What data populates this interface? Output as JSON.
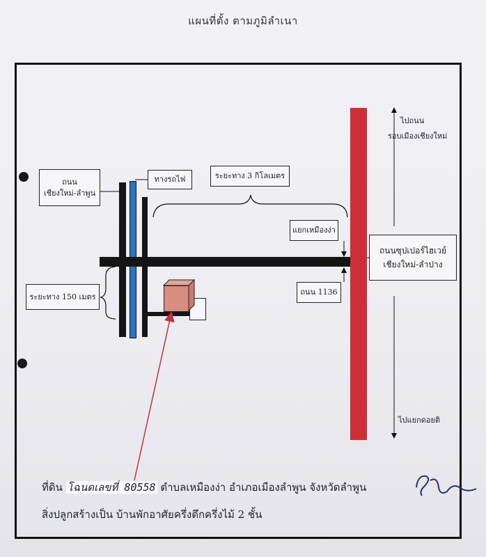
{
  "title": "แผนที่ตั้ง ตามภูมิลำเนา",
  "labels": {
    "road_chiangmai_lamphun_1": "ถนน",
    "road_chiangmai_lamphun_2": "เชียงใหม่-ลำพูน",
    "railway": "ทางรถไฟ",
    "distance_3km": "ระยะทาง 3 กิโลเมตร",
    "distance_150m": "ระยะทาง 150 เมตร",
    "muang_nga_junction": "แยกเหมืองง่า",
    "road_1136": "ถนน 1136",
    "superhighway_1": "ถนนซุปเปอร์ไฮเวย์",
    "superhighway_2": "เชียงใหม่-ลำปาง",
    "to_ring_road_1": "ไปถนน",
    "to_ring_road_2": "รอบเมืองเชียงใหม่",
    "to_doi_ti": "ไปแยกดอยติ"
  },
  "caption": {
    "line1_prefix": "ที่ดิน",
    "deed_handwritten": "โฉนดเลขที่ 80558",
    "line1_suffix": "ตำบลเหมืองง่า อำเภอเมืองลำพูน จังหวัดลำพูน",
    "line2": "สิ่งปลูกสร้างเป็น บ้านพักอาศัยครึ่งตึกครึ่งไม้ 2 ชั้น"
  },
  "signature": "ปรัช",
  "colors": {
    "highway": "#cc2f36",
    "railway": "#2b74c4",
    "road": "#151515",
    "house": "#d98d80",
    "pointer": "#c2333b"
  }
}
